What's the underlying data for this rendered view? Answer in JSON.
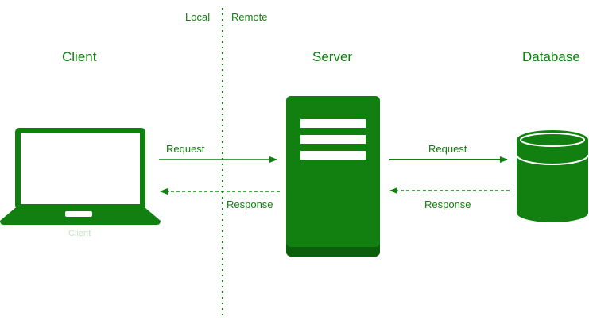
{
  "colors": {
    "primary": "#118011",
    "dark": "#0b5f0b",
    "light": "#c9e3c9",
    "background": "#ffffff"
  },
  "boundary": {
    "left_label": "Local",
    "right_label": "Remote"
  },
  "nodes": {
    "client": {
      "title": "Client",
      "caption": "Client",
      "icon": "laptop-icon"
    },
    "server": {
      "title": "Server",
      "icon": "server-icon"
    },
    "database": {
      "title": "Database",
      "icon": "database-icon"
    }
  },
  "edges": {
    "client_to_server": "Request",
    "server_to_client": "Response",
    "server_to_database": "Request",
    "database_to_server": "Response"
  }
}
